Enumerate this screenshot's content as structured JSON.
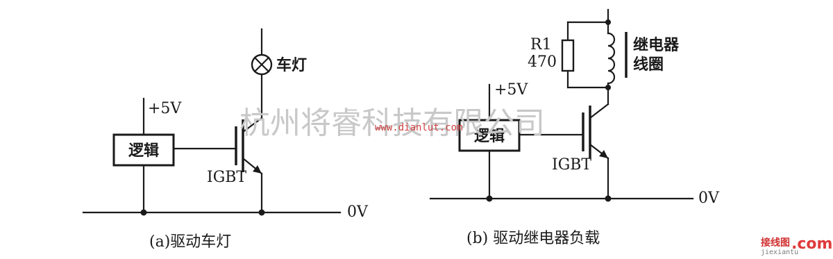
{
  "diagram_a": {
    "supply_label": "+5V",
    "logic_label": "逻辑",
    "lamp_label": "车灯",
    "transistor_label": "IGBT",
    "ground_label": "0V",
    "caption": "(a)驱动车灯"
  },
  "diagram_b": {
    "supply_label": "+5V",
    "logic_label": "逻辑",
    "resistor_name": "R1",
    "resistor_value": "470",
    "coil_label_line1": "继电器",
    "coil_label_line2": "线圈",
    "transistor_label": "IGBT",
    "ground_label": "0V",
    "caption": "(b) 驱动继电器负载"
  },
  "watermark": {
    "company": "杭州将睿科技有限公司",
    "url": "www.dianlut.com"
  },
  "corner_logo": {
    "name": "接线图",
    "domain": ".com",
    "pinyin": "jiexiantu"
  }
}
